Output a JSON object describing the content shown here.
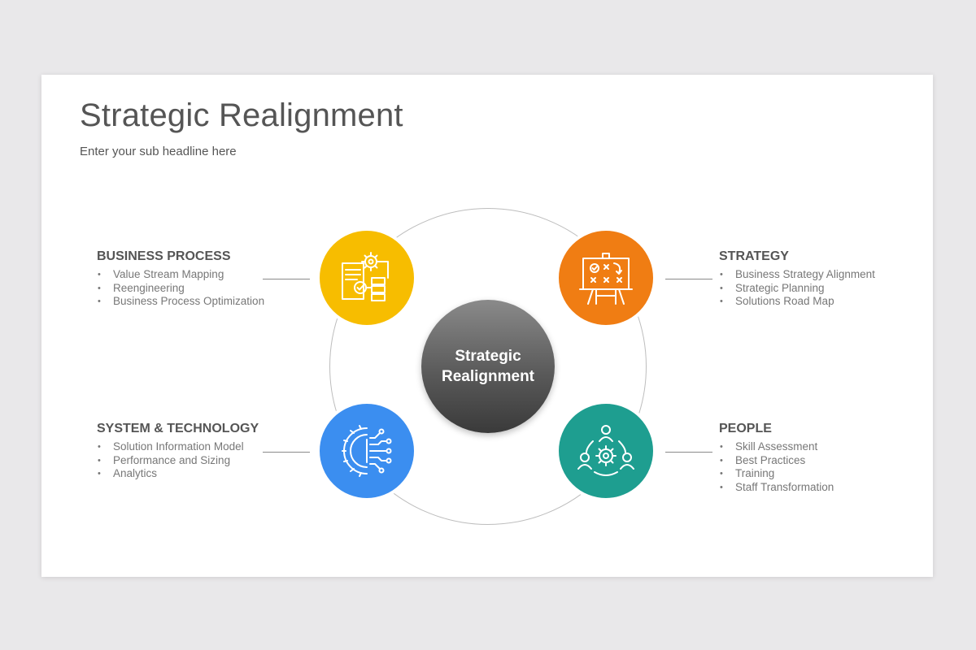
{
  "title": "Strategic Realignment",
  "subtitle": "Enter your sub headline here",
  "center_label": "Strategic Realignment",
  "colors": {
    "business_process": "#f7bd00",
    "strategy": "#f07d13",
    "system_technology": "#3b8ef0",
    "people": "#1e9e90",
    "center": "#5a5a5a"
  },
  "sections": {
    "business_process": {
      "heading": "BUSINESS PROCESS",
      "icon": "document-gear-flowchart-icon",
      "items": [
        "Value Stream Mapping",
        "Reengineering",
        "Business Process Optimization"
      ]
    },
    "strategy": {
      "heading": "STRATEGY",
      "icon": "strategy-board-icon",
      "items": [
        "Business Strategy Alignment",
        "Strategic Planning",
        "Solutions Road Map"
      ]
    },
    "system_technology": {
      "heading": "SYSTEM & TECHNOLOGY",
      "icon": "gear-circuit-icon",
      "items": [
        "Solution Information Model",
        "Performance and Sizing",
        "Analytics"
      ]
    },
    "people": {
      "heading": "PEOPLE",
      "icon": "team-gear-icon",
      "items": [
        "Skill Assessment",
        "Best Practices",
        "Training",
        "Staff Transformation"
      ]
    }
  }
}
